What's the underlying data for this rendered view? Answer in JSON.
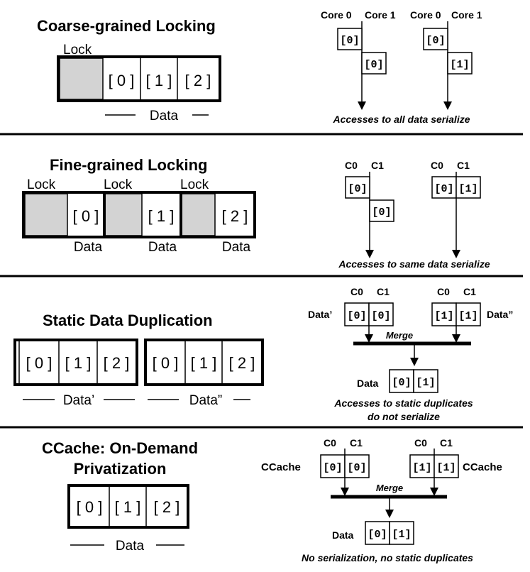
{
  "section1": {
    "title": "Coarse-grained Locking",
    "lock_label": "Lock",
    "cells": [
      "[ 0 ]",
      "[ 1 ]",
      "[ 2 ]"
    ],
    "data_label": "Data",
    "cores": [
      "Core 0",
      "Core 1",
      "Core 0",
      "Core 1"
    ],
    "access_a": [
      "[0]",
      "[0]"
    ],
    "access_b": [
      "[0]",
      "[1]"
    ],
    "caption": "Accesses to all data serialize"
  },
  "section2": {
    "title": "Fine-grained Locking",
    "lock_labels": [
      "Lock",
      "Lock",
      "Lock"
    ],
    "cells": [
      "[ 0 ]",
      "[ 1 ]",
      "[ 2 ]"
    ],
    "data_labels": [
      "Data",
      "Data",
      "Data"
    ],
    "cores": [
      "C0",
      "C1",
      "C0",
      "C1"
    ],
    "access_a": [
      "[0]",
      "[0]"
    ],
    "access_b": [
      "[0]",
      "[1]"
    ],
    "caption": "Accesses to same data serialize"
  },
  "section3": {
    "title": "Static Data Duplication",
    "cells_a": [
      "[ 0 ]",
      "[ 1 ]",
      "[ 2 ]"
    ],
    "cells_b": [
      "[ 0 ]",
      "[ 1 ]",
      "[ 2 ]"
    ],
    "label_a": "Data’",
    "label_b": "Data”",
    "cores": [
      "C0",
      "C1",
      "C0",
      "C1"
    ],
    "left_label": "Data’",
    "right_label": "Data”",
    "copy_a": [
      "[0]",
      "[0]"
    ],
    "copy_b": [
      "[1]",
      "[1]"
    ],
    "merge_label": "Merge",
    "result_label": "Data",
    "result": [
      "[0]",
      "[1]"
    ],
    "caption_line1": "Accesses to static duplicates",
    "caption_line2": "do not serialize"
  },
  "section4": {
    "title_line1": "CCache: On-Demand",
    "title_line2": "Privatization",
    "cells": [
      "[ 0 ]",
      "[ 1 ]",
      "[ 2 ]"
    ],
    "data_label": "Data",
    "cores": [
      "C0",
      "C1",
      "C0",
      "C1"
    ],
    "left_label": "CCache",
    "right_label": "CCache",
    "copy_a": [
      "[0]",
      "[0]"
    ],
    "copy_b": [
      "[1]",
      "[1]"
    ],
    "merge_label": "Merge",
    "result_label": "Data",
    "result": [
      "[0]",
      "[1]"
    ],
    "caption": "No serialization, no static duplicates"
  },
  "colors": {
    "lock_fill": "#d3d3d3",
    "ink": "#000000"
  }
}
